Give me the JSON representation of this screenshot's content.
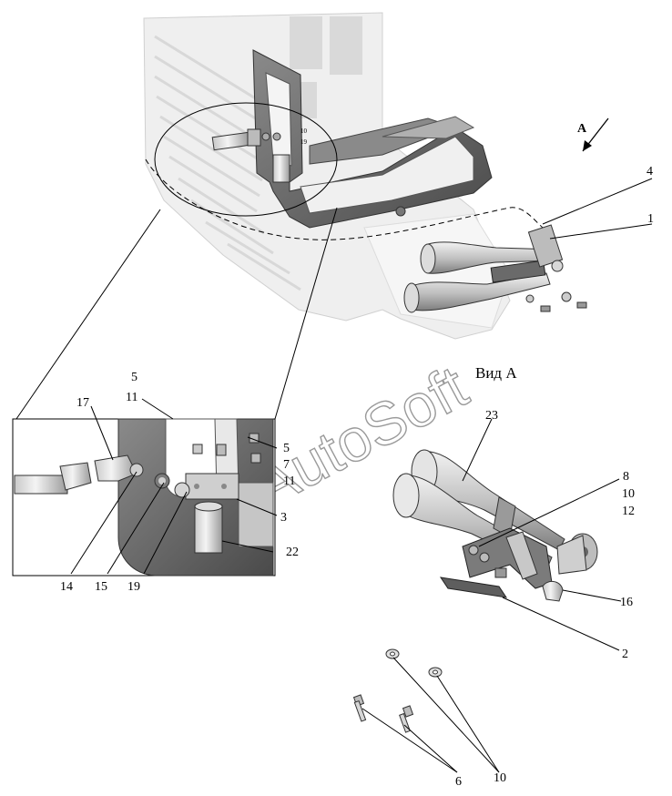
{
  "view": {
    "arrow_label": "A",
    "title": "Вид А"
  },
  "watermark": "AutoSoft",
  "callouts": {
    "c1": "1",
    "c2": "2",
    "c3": "3",
    "c4": "4",
    "c5_top": "5",
    "c5_inset": "5",
    "c6": "6",
    "c7": "7",
    "c8": "8",
    "c10_view": "10",
    "c10_bottom": "10",
    "c11_top": "11",
    "c11_inset": "11",
    "c12": "12",
    "c14": "14",
    "c15": "15",
    "c16": "16",
    "c17": "17",
    "c19": "19",
    "c22": "22",
    "c23": "23"
  },
  "colors": {
    "line": "#000000",
    "part_dark": "#5e5e5e",
    "part_mid": "#9c9c9c",
    "part_light": "#d2d2d2",
    "cab": "#ececec"
  }
}
